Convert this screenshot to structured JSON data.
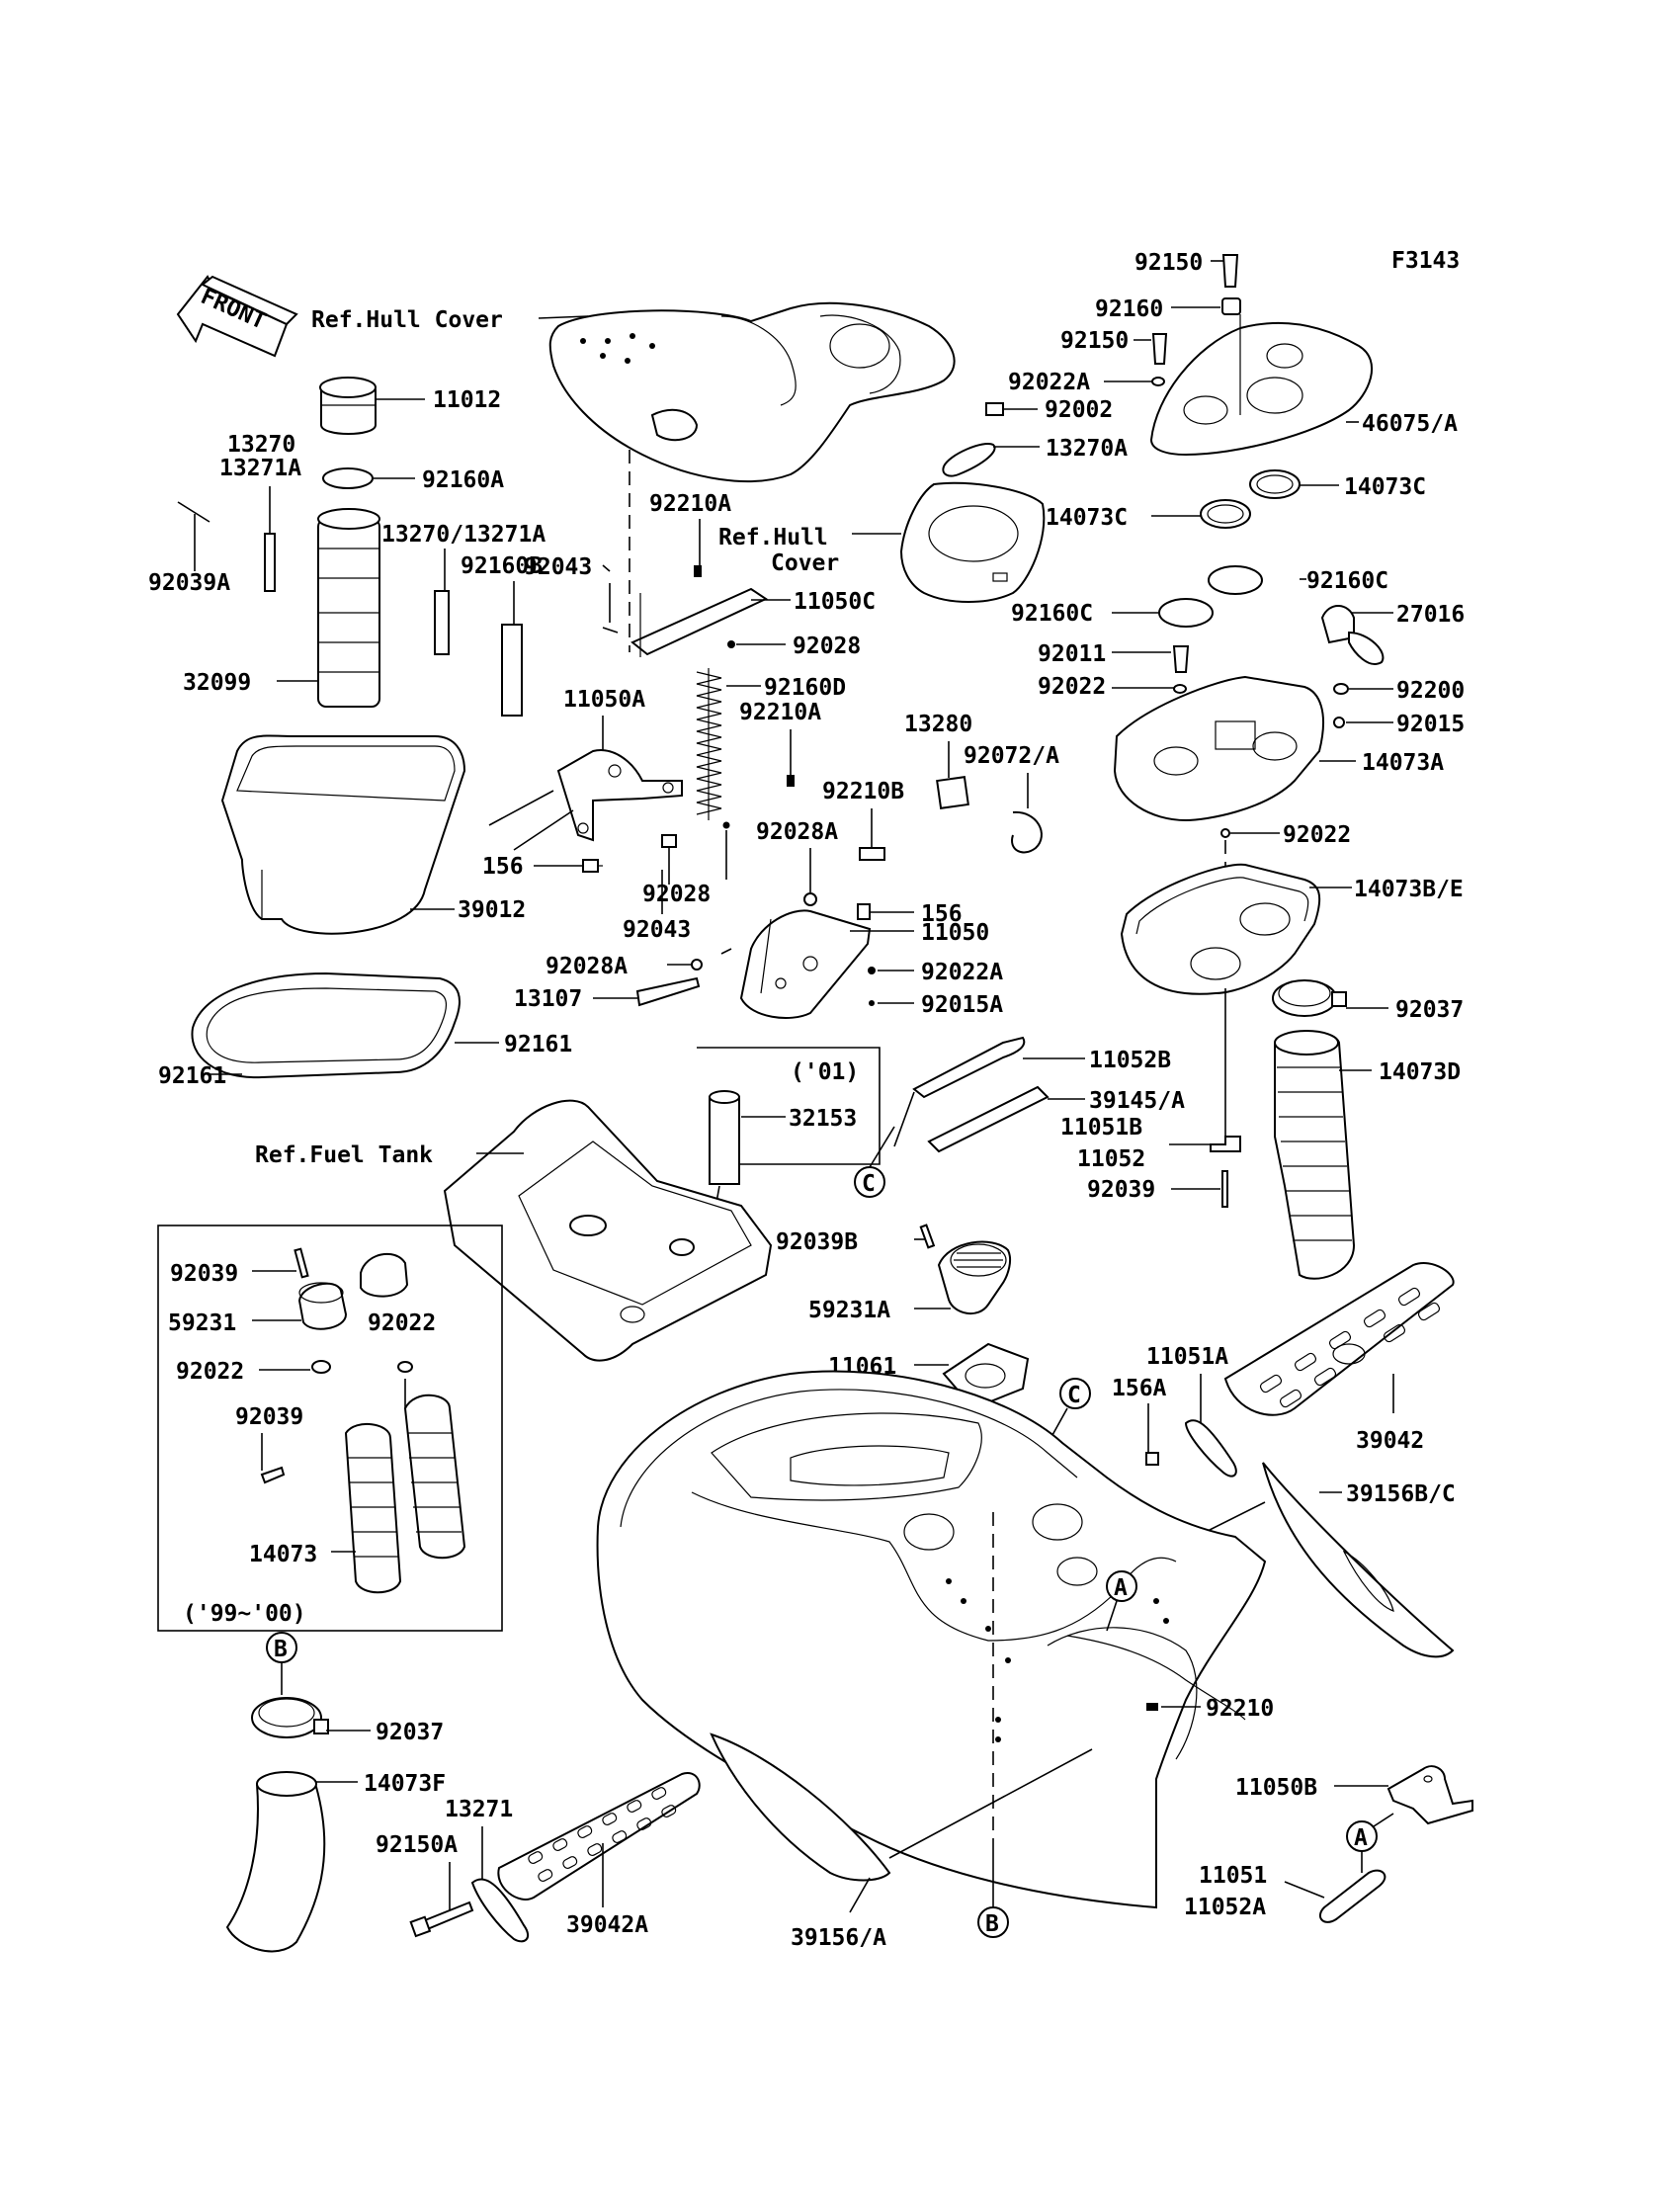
{
  "figure_code": "F3143",
  "front_label": "FRONT",
  "refs": {
    "hull_cover_1": "Ref.Hull Cover",
    "hull_cover_2a": "Ref.Hull",
    "hull_cover_2b": "Cover",
    "fuel_tank": "Ref.Fuel Tank"
  },
  "callouts": {
    "A": "A",
    "B": "B",
    "C": "C"
  },
  "inset_labels": {
    "years_01": "('01)",
    "years_99_00": "('99~'00)"
  },
  "parts": {
    "p11012": "11012",
    "p13270": "13270",
    "p13271A": "13271A",
    "p92160A": "92160A",
    "p13270_13271A": "13270/13271A",
    "p92039A": "92039A",
    "p92160B": "92160B",
    "p92043a": "92043",
    "p92210A_a": "92210A",
    "p11050C": "11050C",
    "p32099": "32099",
    "p92028a": "92028",
    "p92160D": "92160D",
    "p11050A": "11050A",
    "p92210A_b": "92210A",
    "p13280": "13280",
    "p92072A": "92072/A",
    "p92210B": "92210B",
    "p156a": "156",
    "p92028A_a": "92028A",
    "p39012": "39012",
    "p92028b": "92028",
    "p156b": "156",
    "p11050": "11050",
    "p92043b": "92043",
    "p92028A_b": "92028A",
    "p92022A_b": "92022A",
    "p13107": "13107",
    "p92015A": "92015A",
    "p92161a": "92161",
    "p92161b": "92161",
    "p32153": "32153",
    "p92150a": "92150",
    "p92160a": "92160",
    "p92150b": "92150",
    "p92022A_a": "92022A",
    "p92002": "92002",
    "p46075A": "46075/A",
    "p13270A": "13270A",
    "p14073C_a": "14073C",
    "p14073C_b": "14073C",
    "p92160C_a": "92160C",
    "p92160C_b": "92160C",
    "p27016": "27016",
    "p92011": "92011",
    "p92022_a": "92022",
    "p92200": "92200",
    "p92015": "92015",
    "p14073A": "14073A",
    "p92022_b": "92022",
    "p14073BE": "14073B/E",
    "p92037a": "92037",
    "p14073D": "14073D",
    "p11052B": "11052B",
    "p39145A": "39145/A",
    "p11051B": "11051B",
    "p11052a": "11052",
    "p92039a": "92039",
    "p92039B": "92039B",
    "p59231A": "59231A",
    "p11061": "11061",
    "p11051A": "11051A",
    "p156A": "156A",
    "p39042": "39042",
    "p39156BC": "39156B/C",
    "p92210": "92210",
    "p11050B": "11050B",
    "p11051": "11051",
    "p11052A": "11052A",
    "p39156A": "39156/A",
    "p39042A": "39042A",
    "p13271": "13271",
    "p92150A": "92150A",
    "p92037b": "92037",
    "p14073F": "14073F",
    "p92039b": "92039",
    "p59231": "59231",
    "p92022c": "92022",
    "p92022d": "92022",
    "p92039c": "92039",
    "p14073": "14073"
  }
}
